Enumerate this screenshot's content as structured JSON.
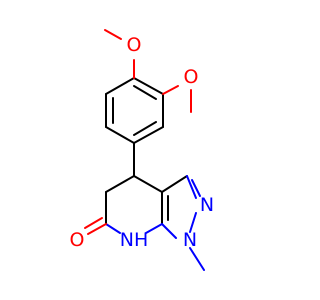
{
  "colors": {
    "carbon_bond": "#000000",
    "oxygen": "#ff0000",
    "nitrogen": "#0000ff",
    "background": "#ffffff"
  },
  "atoms": {
    "o_methoxy_top": "O",
    "o_methoxy_right": "O",
    "o_carbonyl": "O",
    "n_pyrazole": "N",
    "n_methyl": "N",
    "nh_amide": "NH",
    "nh_amide_h": "H"
  }
}
